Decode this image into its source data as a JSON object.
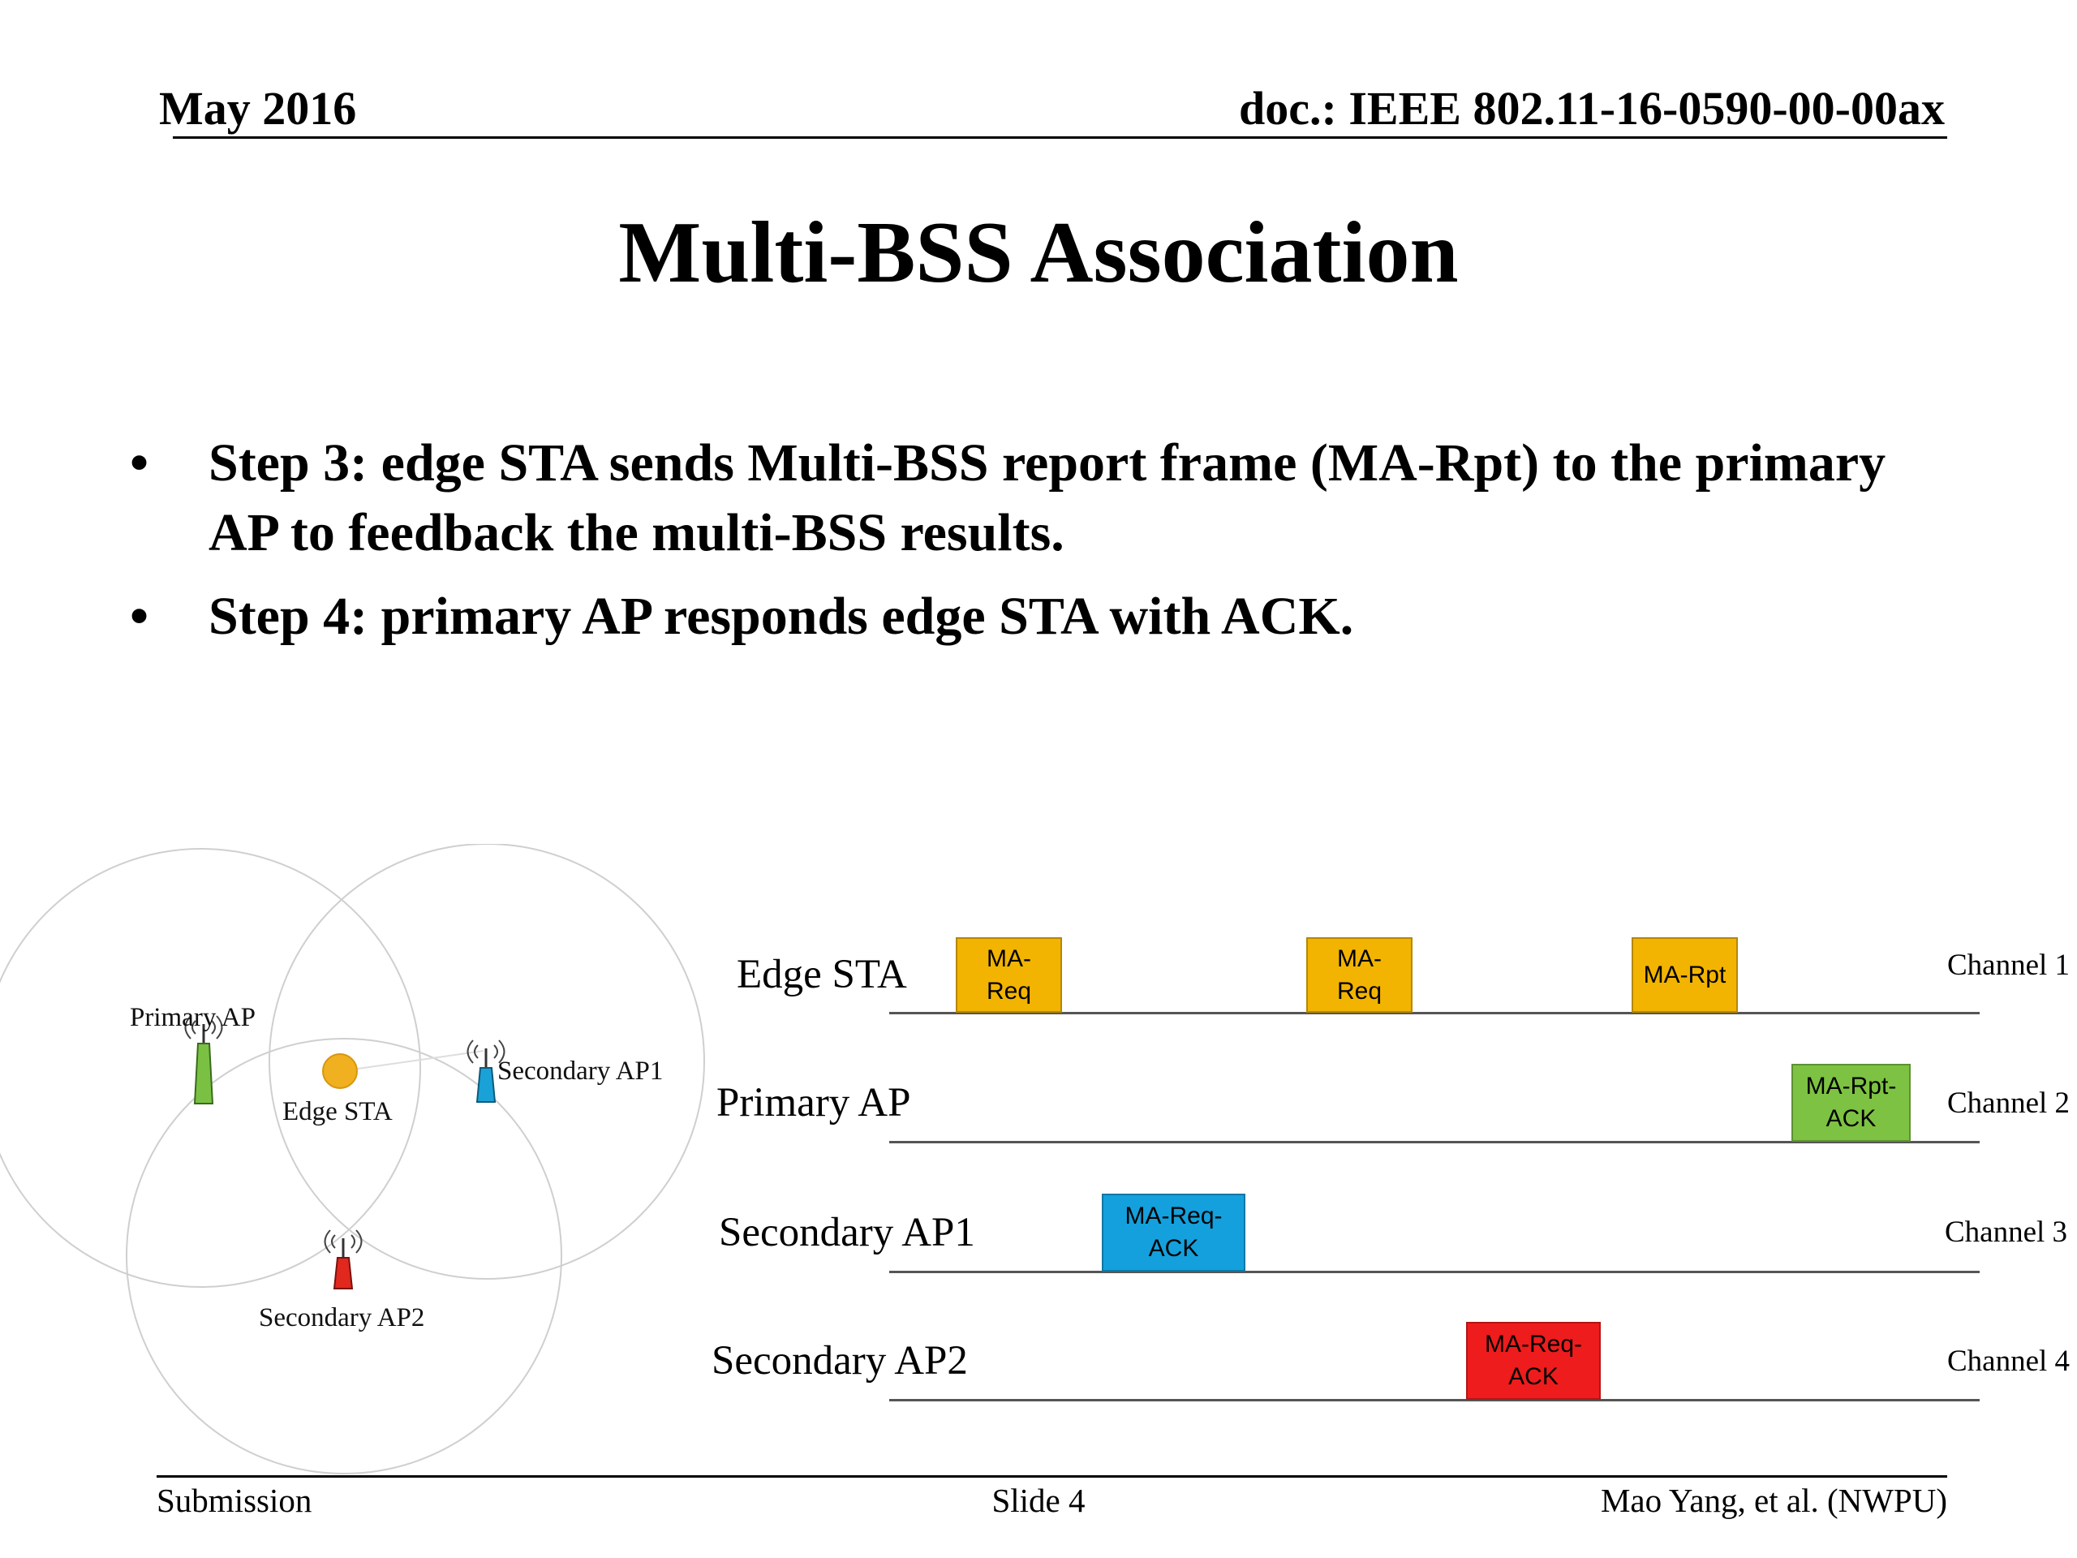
{
  "header": {
    "date": "May 2016",
    "doc": "doc.: IEEE 802.11-16-0590-00-00ax"
  },
  "title": "Multi-BSS Association",
  "bullets": [
    {
      "marker": "•",
      "text": "Step 3: edge STA sends Multi-BSS report frame (MA-Rpt) to the primary AP to feedback the multi-BSS results."
    },
    {
      "marker": "•",
      "text": "Step 4: primary AP responds edge STA with ACK."
    }
  ],
  "diagram": {
    "primary_ap": "Primary AP",
    "edge_sta": "Edge STA",
    "secondary_ap1": "Secondary AP1",
    "secondary_ap2": "Secondary AP2",
    "colors": {
      "primary": "#7ac143",
      "edge": "#f0b020",
      "secondary1": "#1aa2d8",
      "secondary2": "#e0281e"
    }
  },
  "timeline": {
    "rows": [
      {
        "label": "Edge STA",
        "channel": "Channel 1"
      },
      {
        "label": "Primary AP",
        "channel": "Channel 2"
      },
      {
        "label": "Secondary AP1",
        "channel": "Channel 3"
      },
      {
        "label": "Secondary AP2",
        "channel": "Channel 4"
      }
    ],
    "frames": [
      {
        "text": "MA-\nReq",
        "color": "#f2b400"
      },
      {
        "text": "MA-\nReq",
        "color": "#f2b400"
      },
      {
        "text": "MA-Rpt",
        "color": "#f2b400"
      },
      {
        "text": "MA-Rpt-\nACK",
        "color": "#7dc242"
      },
      {
        "text": "MA-Req-\nACK",
        "color": "#14a0dc"
      },
      {
        "text": "MA-Req-\nACK",
        "color": "#ee1c1c"
      }
    ]
  },
  "footer": {
    "left": "Submission",
    "center": "Slide 4",
    "right": "Mao Yang, et al. (NWPU)"
  }
}
